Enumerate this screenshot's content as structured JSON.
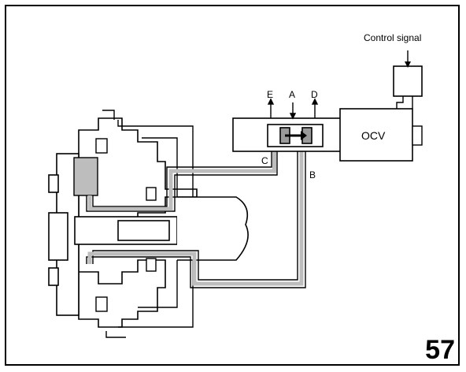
{
  "diagram": {
    "labels": {
      "control_signal": "Control signal",
      "ocv": "OCV",
      "a": "A",
      "b": "B",
      "c": "C",
      "d": "D",
      "e": "E"
    },
    "page_number": "57"
  }
}
